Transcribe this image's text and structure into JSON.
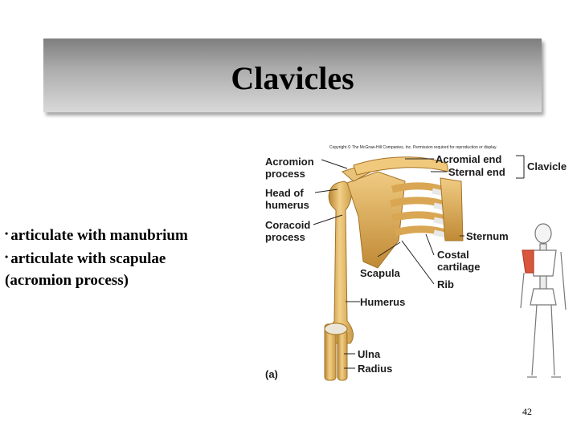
{
  "slide": {
    "title": "Clavicles",
    "bullets": [
      "articulate with manubrium",
      "articulate with scapulae"
    ],
    "bullet_continuation": "(acromion process)",
    "page_number": "42"
  },
  "figure": {
    "copyright": "Copyright © The McGraw-Hill Companies, Inc. Permission required for reproduction or display.",
    "labels": {
      "acromion_process": "Acromion\nprocess",
      "head_of_humerus": "Head of\nhumerus",
      "coracoid_process": "Coracoid\nprocess",
      "scapula": "Scapula",
      "humerus": "Humerus",
      "ulna": "Ulna",
      "radius": "Radius",
      "panel": "(a)",
      "acromial_end": "Acromial end",
      "sternal_end": "Sternal end",
      "clavicle": "Clavicle",
      "sternum": "Sternum",
      "costal_cartilage": "Costal\ncartilage",
      "rib": "Rib"
    }
  }
}
